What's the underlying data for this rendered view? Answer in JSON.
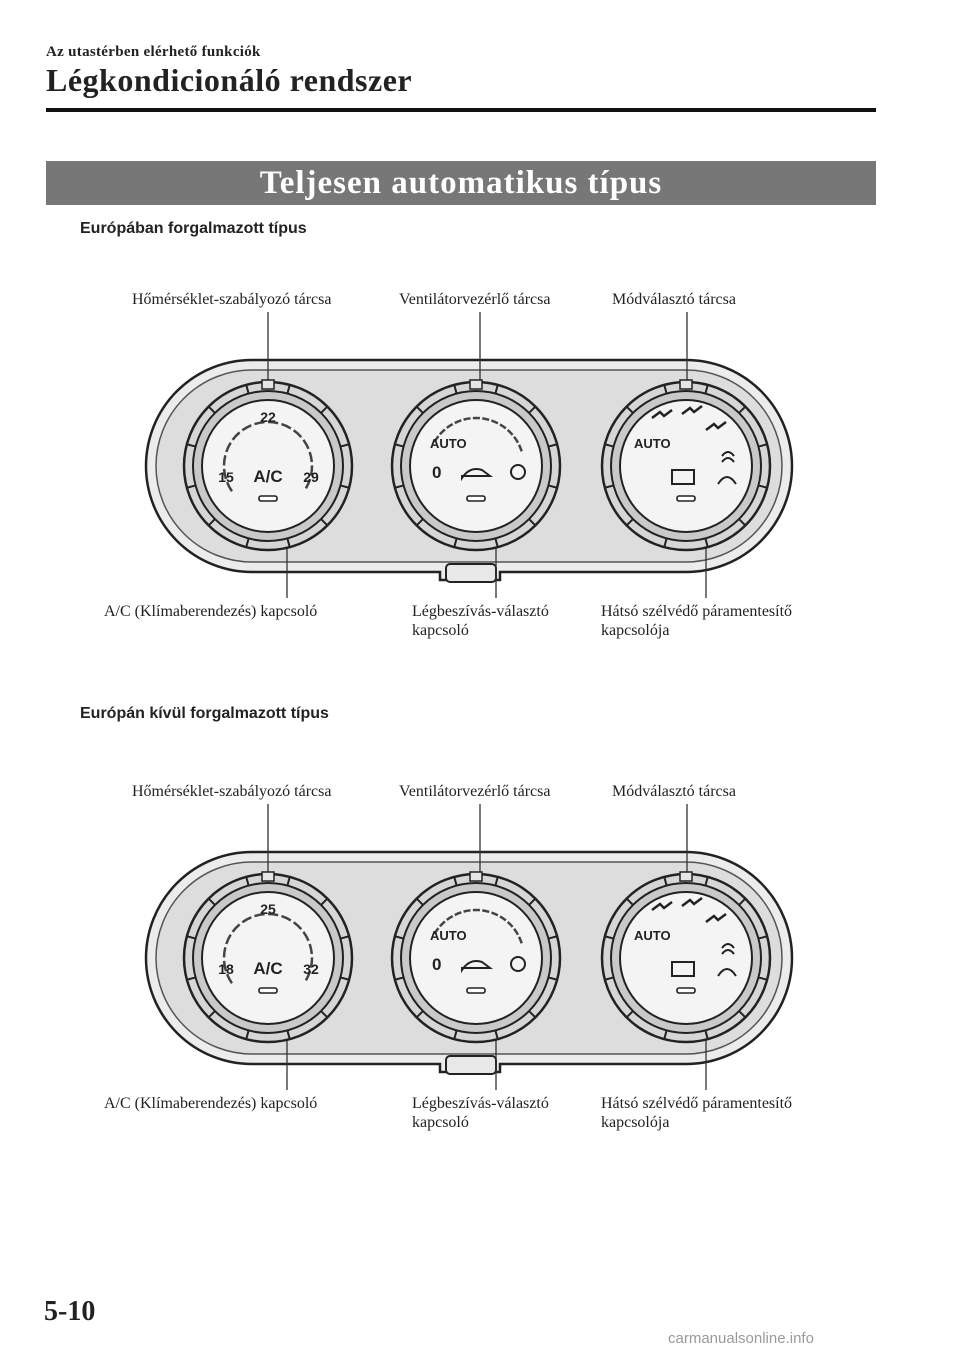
{
  "header": {
    "chapter": "Az utastérben elérhető funkciók",
    "section_title": "Légkondicionáló rendszer"
  },
  "banner_title": "Teljesen automatikus típus",
  "diagrams": [
    {
      "subheading": "Európában forgalmazott típus",
      "labels": {
        "temp_dial": "Hőmérséklet-szabályozó tárcsa",
        "fan_dial": "Ventilátorvezérlő tárcsa",
        "mode_dial": "Módválasztó tárcsa",
        "ac_switch": "A/C (Klímaberendezés) kapcsoló",
        "intake_line1": "Légbeszívás-választó",
        "intake_line2": "kapcsoló",
        "defrost_line1": "Hátsó szélvédő páramentesítő",
        "defrost_line2": "kapcsolója"
      },
      "dial_text": {
        "temp_min": "15",
        "temp_mid": "22",
        "temp_max": "29",
        "ac": "A/C",
        "fan_auto": "AUTO",
        "fan_zero": "0",
        "mode_auto": "AUTO"
      }
    },
    {
      "subheading": "Európán kívül forgalmazott típus",
      "labels": {
        "temp_dial": "Hőmérséklet-szabályozó tárcsa",
        "fan_dial": "Ventilátorvezérlő tárcsa",
        "mode_dial": "Módválasztó tárcsa",
        "ac_switch": "A/C (Klímaberendezés) kapcsoló",
        "intake_line1": "Légbeszívás-választó",
        "intake_line2": "kapcsoló",
        "defrost_line1": "Hátsó szélvédő páramentesítő",
        "defrost_line2": "kapcsolója"
      },
      "dial_text": {
        "temp_min": "18",
        "temp_mid": "25",
        "temp_max": "32",
        "ac": "A/C",
        "fan_auto": "AUTO",
        "fan_zero": "0",
        "mode_auto": "AUTO"
      }
    }
  ],
  "footer": {
    "page_number": "5-10",
    "watermark": "carmanualsonline.info"
  }
}
